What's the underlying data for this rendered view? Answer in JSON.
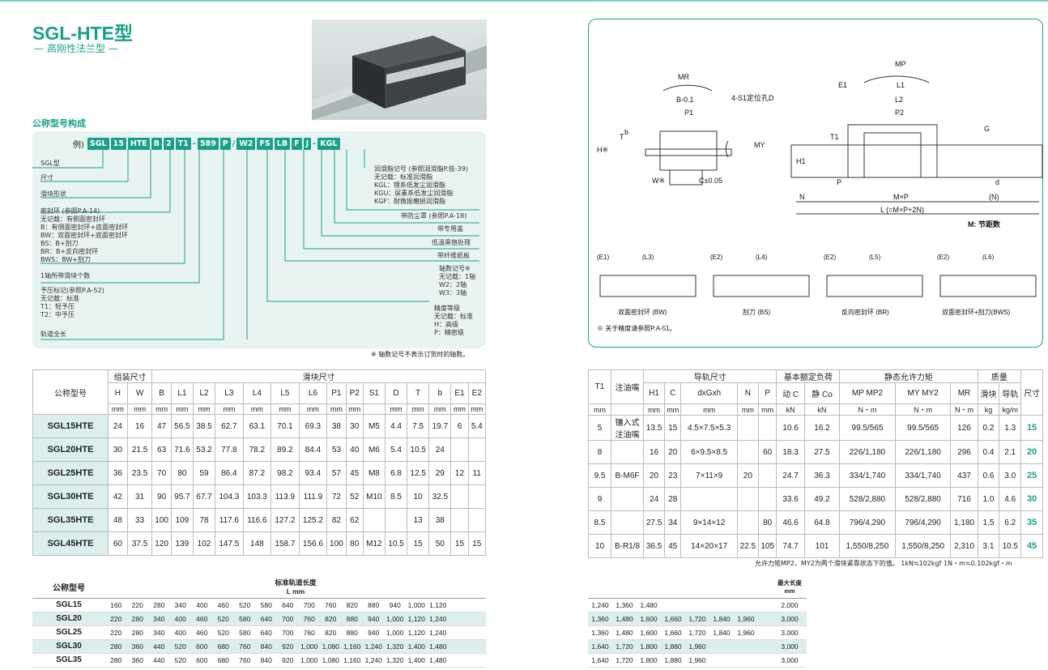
{
  "title": "SGL-HTE型",
  "subtitle": "— 高刚性法兰型 —",
  "section": "公称型号构成",
  "example": {
    "prefix": "例)",
    "codes": [
      "SGL",
      "15",
      "HTE",
      "B",
      "2",
      "T1",
      "-",
      "589",
      "P",
      "/",
      "W2",
      "FS",
      "LB",
      "F",
      "J",
      "-",
      "KGL"
    ]
  },
  "left_labels": [
    "SGL型",
    "尺寸",
    "滑块形状",
    "密封环 (参照P.A-14)",
    "无记载：有侧面密封环",
    "B：有侧面密封环+底面密封环",
    "BW：双面密封环+底面密封环",
    "BS：B+刮刀",
    "BR：B+反向密封环",
    "BWS：BW+刮刀",
    "1轴所带滑块个数",
    "予压标记(参照P.A-52)",
    "无记载：标准",
    "T1：轻予压",
    "T2：中予压",
    "轨道全长"
  ],
  "right_labels": [
    "润滑脂记号 (参照润滑脂P.技-39)",
    "无记载：标准润滑脂",
    "KGL：锂系低发尘润滑脂",
    "KGU：尿素系低发尘润滑脂",
    "KGF：耐微振磨损润滑脂",
    "带防尘罩 (参照P.A-18)",
    "带专用盖",
    "低温黑铬处理",
    "带纤维纸板",
    "轴数记号※",
    "无记载：1轴",
    "W2：2轴",
    "W3：3轴",
    "精度等级",
    "无记载：标准",
    "H：高级",
    "P：精密级"
  ],
  "note_axis": "※ 轴数记号不表示订货时的轴数。",
  "diagram": {
    "labels": [
      "MR",
      "B-0.1",
      "4-S1定位孔D",
      "P1",
      "b",
      "H※",
      "T",
      "W※",
      "C±0.05",
      "MY",
      "MP",
      "E1",
      "L1",
      "L2",
      "P2",
      "T1",
      "G",
      "H1",
      "P",
      "N",
      "M×P",
      "(N)",
      "d",
      "L (=M×P+2N)",
      "M: 节距数"
    ],
    "variants": [
      {
        "e": "(E1)",
        "l": "(L3)",
        "name": "双面密封环 (BW)"
      },
      {
        "e": "(E2)",
        "l": "(L4)",
        "name": "刮刀 (BS)"
      },
      {
        "e": "(E2)",
        "l": "(L5)",
        "name": "反向密封环 (BR)"
      },
      {
        "e": "(E2)",
        "l": "(L6)",
        "name": "双面密封环+刮刀(BWS)"
      }
    ],
    "note": "※ 关于精度请参照P.A-51。"
  },
  "spec_left": {
    "group_headers": [
      "公称型号",
      "组装尺寸",
      "滑块尺寸"
    ],
    "cols": [
      "H",
      "W",
      "B",
      "L1",
      "L2",
      "L3",
      "L4",
      "L5",
      "L6",
      "P1",
      "P2",
      "S1",
      "D",
      "T",
      "b",
      "E1",
      "E2"
    ],
    "units": [
      "mm",
      "mm",
      "mm",
      "mm",
      "mm",
      "mm",
      "mm",
      "mm",
      "mm",
      "mm",
      "mm",
      "",
      "mm",
      "mm",
      "mm",
      "mm",
      "mm"
    ],
    "rows": [
      [
        "SGL15HTE",
        "24",
        "16",
        "47",
        "56.5",
        "38.5",
        "62.7",
        "63.1",
        "70.1",
        "69.3",
        "38",
        "30",
        "M5",
        "4.4",
        "7.5",
        "19.7",
        "6",
        "5.4"
      ],
      [
        "SGL20HTE",
        "30",
        "21.5",
        "63",
        "71.6",
        "53.2",
        "77.8",
        "78.2",
        "89.2",
        "84.4",
        "53",
        "40",
        "M6",
        "5.4",
        "10.5",
        "24",
        "",
        ""
      ],
      [
        "SGL25HTE",
        "36",
        "23.5",
        "70",
        "80",
        "59",
        "86.4",
        "87.2",
        "98.2",
        "93.4",
        "57",
        "45",
        "M8",
        "6.8",
        "12.5",
        "29",
        "12",
        "11"
      ],
      [
        "SGL30HTE",
        "42",
        "31",
        "90",
        "95.7",
        "67.7",
        "104.3",
        "103.3",
        "113.9",
        "111.9",
        "72",
        "52",
        "M10",
        "8.5",
        "10",
        "32.5",
        "",
        ""
      ],
      [
        "SGL35HTE",
        "48",
        "33",
        "100",
        "109",
        "78",
        "117.6",
        "116.6",
        "127.2",
        "125.2",
        "82",
        "62",
        "",
        "",
        "13",
        "38",
        "",
        ""
      ],
      [
        "SGL45HTE",
        "60",
        "37.5",
        "120",
        "139",
        "102",
        "147.5",
        "148",
        "158.7",
        "156.6",
        "100",
        "80",
        "M12",
        "10.5",
        "15",
        "50",
        "15",
        "15"
      ]
    ]
  },
  "spec_right": {
    "group_headers": [
      "导轨尺寸",
      "基本额定负荷",
      "静态允许力矩",
      "质量",
      "尺寸"
    ],
    "cols": [
      "T1",
      "注油嘴",
      "H1",
      "C",
      "dxGxh",
      "N",
      "P",
      "动 C",
      "静 Co",
      "MP MP2",
      "MY MY2",
      "MR",
      "滑块",
      "导轨"
    ],
    "units": [
      "mm",
      "",
      "mm",
      "mm",
      "mm",
      "mm",
      "mm",
      "kN",
      "kN",
      "N・m",
      "N・m",
      "N・m",
      "kg",
      "kg/m"
    ],
    "rows": [
      [
        "5",
        "镶入式注油嘴",
        "13.5",
        "15",
        "4.5×7.5×5.3",
        "",
        "",
        "10.6",
        "16.2",
        "99.5/565",
        "99.5/565",
        "126",
        "0.2",
        "1.3",
        "15"
      ],
      [
        "8",
        "",
        "16",
        "20",
        "6×9.5×8.5",
        "",
        "60",
        "18.3",
        "27.5",
        "226/1,180",
        "226/1,180",
        "296",
        "0.4",
        "2.1",
        "20"
      ],
      [
        "9.5",
        "B-M6F",
        "20",
        "23",
        "7×11×9",
        "20",
        "",
        "24.7",
        "36.3",
        "334/1,740",
        "334/1,740",
        "437",
        "0.6",
        "3.0",
        "25"
      ],
      [
        "9",
        "",
        "24",
        "28",
        "",
        "",
        "",
        "33.6",
        "49.2",
        "528/2,880",
        "528/2,880",
        "716",
        "1.0",
        "4.6",
        "30"
      ],
      [
        "8.5",
        "",
        "27.5",
        "34",
        "9×14×12",
        "",
        "80",
        "46.6",
        "64.8",
        "796/4,290",
        "796/4,290",
        "1,180",
        "1.5",
        "6.2",
        "35"
      ],
      [
        "10",
        "B-R1/8",
        "36.5",
        "45",
        "14×20×17",
        "22.5",
        "105",
        "74.7",
        "101",
        "1,550/8,250",
        "1,550/8,250",
        "2,310",
        "3.1",
        "10.5",
        "45"
      ]
    ],
    "footnote": "允许力矩MP2、MY2为两个滑块紧靠状态下的值。 1kN≒102kgf  1N・m≒0.102kgf・m"
  },
  "rail_length": {
    "header_model": "公称型号",
    "header_len": "标准轨道长度",
    "header_unit": "L mm",
    "header_max": "最大长度 mm",
    "rows": [
      {
        "m": "SGL15",
        "v": [
          "160",
          "220",
          "280",
          "340",
          "400",
          "460",
          "520",
          "580",
          "640",
          "700",
          "760",
          "820",
          "880",
          "940",
          "1,000",
          "1,120"
        ],
        "v2": [
          "1,240",
          "1,360",
          "1,480"
        ],
        "max": "2,000"
      },
      {
        "m": "SGL20",
        "v": [
          "220",
          "280",
          "340",
          "400",
          "460",
          "520",
          "580",
          "640",
          "700",
          "760",
          "820",
          "880",
          "940",
          "1,000",
          "1,120",
          "1,240"
        ],
        "v2": [
          "1,360",
          "1,480",
          "1,600",
          "1,660",
          "1,720",
          "1,840",
          "1,960"
        ],
        "max": "3,000"
      },
      {
        "m": "SGL25",
        "v": [
          "220",
          "280",
          "340",
          "400",
          "460",
          "520",
          "580",
          "640",
          "700",
          "760",
          "820",
          "880",
          "940",
          "1,000",
          "1,120",
          "1,240"
        ],
        "v2": [
          "1,360",
          "1,480",
          "1,600",
          "1,660",
          "1,720",
          "1,840",
          "1,960"
        ],
        "max": "3,000"
      },
      {
        "m": "SGL30",
        "v": [
          "280",
          "360",
          "440",
          "520",
          "600",
          "680",
          "760",
          "840",
          "920",
          "1,000",
          "1,080",
          "1,160",
          "1,240",
          "1,320",
          "1,400",
          "1,480"
        ],
        "v2": [
          "1,640",
          "1,720",
          "1,800",
          "1,880",
          "1,960"
        ],
        "max": "3,000"
      },
      {
        "m": "SGL35",
        "v": [
          "280",
          "360",
          "440",
          "520",
          "600",
          "680",
          "760",
          "840",
          "920",
          "1,000",
          "1,080",
          "1,160",
          "1,240",
          "1,320",
          "1,400",
          "1,480"
        ],
        "v2": [
          "1,640",
          "1,720",
          "1,800",
          "1,880",
          "1,960"
        ],
        "max": "3,000"
      }
    ]
  }
}
